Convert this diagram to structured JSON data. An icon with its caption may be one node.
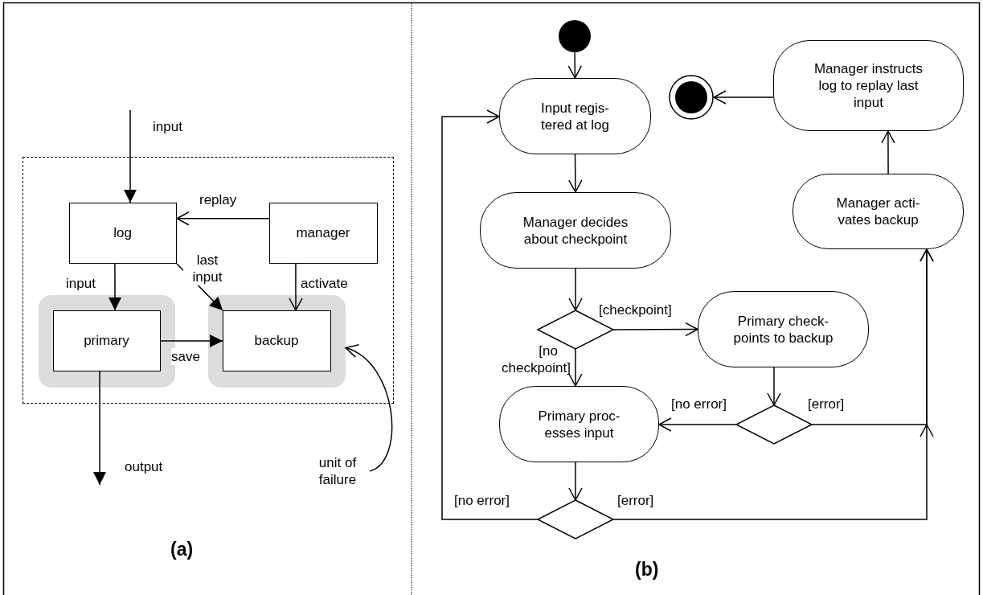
{
  "diagram": {
    "nodes": [
      {
        "text": [],
        "shape": "box"
      },
      {
        "text": [
          "log"
        ],
        "in": 0
      },
      {
        "text": [
          "manager"
        ],
        "in": 0
      },
      {
        "text": [],
        "shape": "box",
        "in": 0
      },
      {
        "text": [
          "primary"
        ],
        "in": 3
      },
      {
        "text": [],
        "shape": "box",
        "in": 0
      },
      {
        "text": [
          "backup"
        ],
        "in": 5
      },
      {
        "text": [
          "unit of failure"
        ]
      },
      {
        "text": [],
        "shape": "circle"
      },
      {
        "text": [
          "Input regis- tered at log"
        ]
      },
      {
        "text": [
          "Manager instructs log to replay last input"
        ]
      },
      {
        "text": [],
        "shape": "circle"
      },
      {
        "text": [
          "Manager decides about checkpoint"
        ]
      },
      {
        "text": [
          "Manager acti- vates backup"
        ]
      },
      {
        "text": [],
        "shape": "diamond"
      },
      {
        "text": [
          "Primary check- points to backup"
        ]
      },
      {
        "text": [
          "Primary proc- esses input"
        ]
      },
      {
        "text": [],
        "shape": "diamond"
      },
      {
        "text": [],
        "shape": "diamond"
      }
    ],
    "edges": [
      {
        "from": null,
        "to": 1,
        "arrow": "to",
        "label": "input"
      },
      {
        "from": 2,
        "to": 1,
        "arrow": "to",
        "label": "replay"
      },
      {
        "from": 1,
        "to": 6,
        "arrow": "to",
        "label": "last input"
      },
      {
        "from": 1,
        "to": 4,
        "arrow": "to",
        "label": "input"
      },
      {
        "from": 2,
        "to": 6,
        "arrow": "to",
        "label": "activate"
      },
      {
        "from": 4,
        "to": 6,
        "arrow": "to",
        "label": "save"
      },
      {
        "from": 4,
        "to": null,
        "arrow": "to",
        "label": "output"
      },
      {
        "from": 7,
        "to": 5,
        "arrow": "to"
      },
      {
        "from": 8,
        "to": 9,
        "arrow": "to"
      },
      {
        "from": 9,
        "to": 12,
        "arrow": "to"
      },
      {
        "from": 12,
        "to": 14,
        "arrow": "to"
      },
      {
        "from": 14,
        "to": 15,
        "arrow": "to",
        "label": "[checkpoint]"
      },
      {
        "from": 14,
        "to": 16,
        "arrow": "to",
        "label": "[no checkpoint]"
      },
      {
        "from": 15,
        "to": 17,
        "arrow": "to"
      },
      {
        "from": 17,
        "to": 16,
        "arrow": "to",
        "label": "[no error]"
      },
      {
        "from": 17,
        "to": 13,
        "arrow": "to",
        "label": "[error]"
      },
      {
        "from": 16,
        "to": 18,
        "arrow": "to"
      },
      {
        "from": 18,
        "to": 9,
        "arrow": "to",
        "label": "[no error]"
      },
      {
        "from": 18,
        "to": 13,
        "arrow": "to",
        "label": "[error]"
      },
      {
        "from": 13,
        "to": 10,
        "arrow": "to"
      },
      {
        "from": 10,
        "to": 11,
        "arrow": "to"
      }
    ],
    "labels": [
      "(a)",
      "(b)"
    ]
  }
}
